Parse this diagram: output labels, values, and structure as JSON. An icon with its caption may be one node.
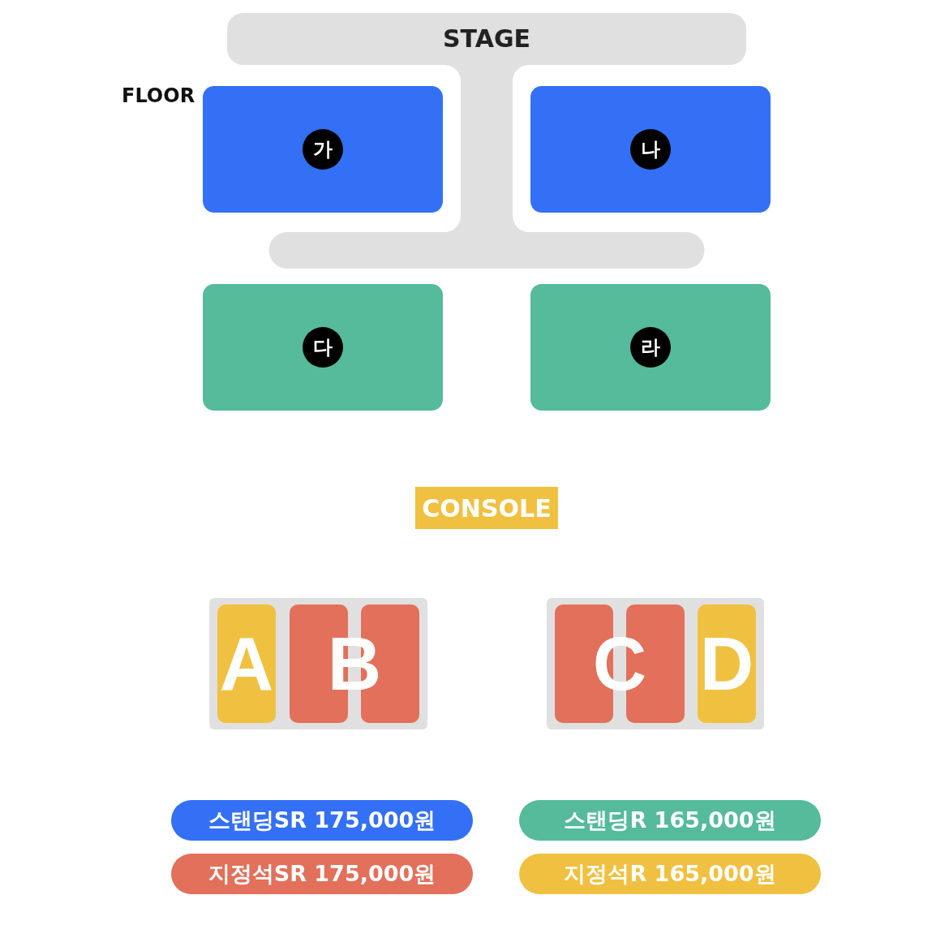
{
  "diagram": {
    "nodes": [
      {
        "text": [
          "STAGE"
        ]
      },
      {
        "text": [
          "가"
        ]
      },
      {
        "text": [
          "나"
        ]
      },
      {
        "text": [
          "다"
        ]
      },
      {
        "text": [
          "라"
        ]
      },
      {
        "text": [
          "CONSOLE"
        ]
      },
      {
        "text": [],
        "shape": "box"
      },
      {
        "text": [
          "A"
        ],
        "in": 6
      },
      {
        "text": [
          "B"
        ],
        "in": 6
      },
      {
        "text": [],
        "shape": "box"
      },
      {
        "text": [
          "C"
        ],
        "in": 9
      },
      {
        "text": [
          "D"
        ],
        "in": 9
      }
    ],
    "edges": [],
    "labels": [
      "FLOOR"
    ],
    "legend": [
      {
        "text": "스탠딩SR 175,000원",
        "color": "#3470f5"
      },
      {
        "text": "스탠딩R 165,000원",
        "color": "#55bb9a"
      },
      {
        "text": "지정석SR 175,000원",
        "color": "#e2705a"
      },
      {
        "text": "지정석R 165,000원",
        "color": "#f0c040"
      }
    ]
  }
}
